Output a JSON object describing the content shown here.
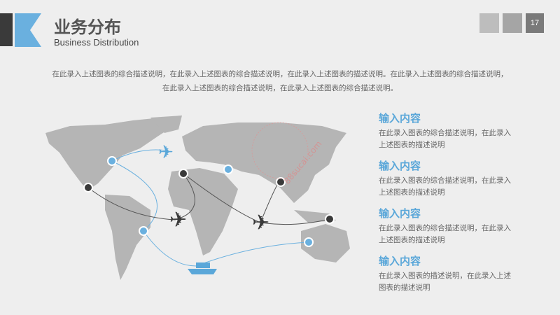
{
  "header": {
    "title": "业务分布",
    "subtitle": "Business Distribution",
    "page_number": "17"
  },
  "description": "在此录入上述图表的综合描述说明，在此录入上述图表的综合描述说明，在此录入上述图表的描述说明。在此录入上述图表的综合描述说明，在此录入上述图表的综合描述说明，在此录入上述图表的综合描述说明。",
  "items": [
    {
      "title": "输入内容",
      "text": "在此录入图表的综合描述说明，在此录入上述图表的描述说明"
    },
    {
      "title": "输入内容",
      "text": "在此录入图表的综合描述说明，在此录入上述图表的描述说明"
    },
    {
      "title": "输入内容",
      "text": "在此录入图表的综合描述说明，在此录入上述图表的描述说明"
    },
    {
      "title": "输入内容",
      "text": "在此录入图表的描述说明，在此录入上述图表的描述说明"
    }
  ],
  "watermark": "88sucai.com",
  "colors": {
    "accent": "#5aa7d9",
    "dark": "#3a3a3a",
    "map": "#b5b5b5"
  }
}
